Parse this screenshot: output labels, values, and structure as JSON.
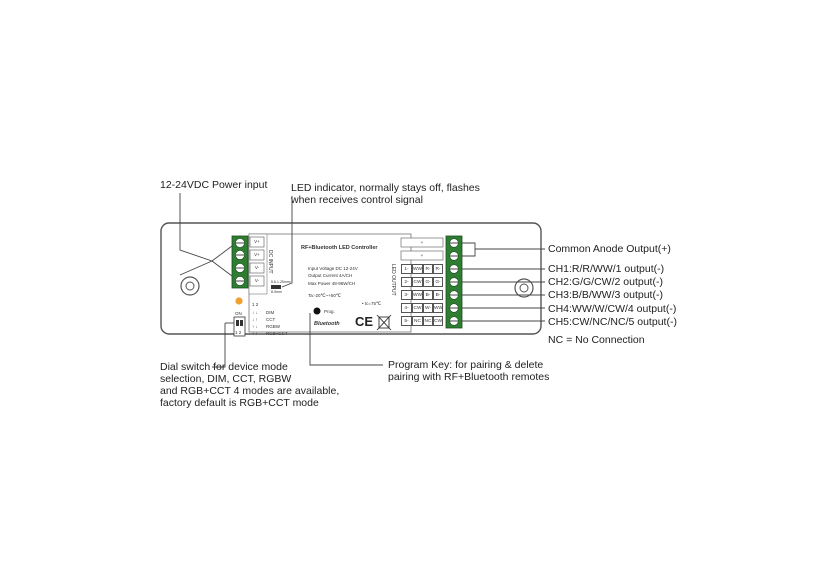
{
  "callouts": {
    "power_input": "12-24VDC Power input",
    "led_indicator": [
      "LED indicator, normally stays off, flashes",
      "when receives control signal"
    ],
    "common_anode": "Common Anode Output(+)",
    "ch1": "CH1:R/R/WW/1 output(-)",
    "ch2": "CH2:G/G/CW/2 output(-)",
    "ch3": "CH3:B/B/WW/3 output(-)",
    "ch4": "CH4:WW/W/CW/4 output(-)",
    "ch5": "CH5:CW/NC/NC/5 output(-)",
    "nc_note": "NC = No Connection",
    "program_key": [
      "Program Key: for pairing & delete",
      "pairing with RF+Bluetooth remotes"
    ],
    "dial_switch": [
      "Dial switch for device mode",
      "selection, DIM, CCT, RGBW",
      "and RGB+CCT 4 modes are available,",
      "factory default is RGB+CCT mode"
    ]
  },
  "device": {
    "title": "RF+Bluetooth LED Controller",
    "input_terminals": [
      "V+",
      "V+",
      "V-",
      "V-"
    ],
    "dc_input_label": "DC INPUT",
    "specs": [
      "Input Voltage DC 12-24V",
      "Output Current 4A/CH",
      "Max Power 48-96W/CH",
      "Ta:-20℃~+50℃"
    ],
    "tc_label": "• tc=75℃",
    "led_output_label": "LED OUTPUT",
    "output_plus": [
      "+",
      "+"
    ],
    "output_rows": [
      [
        "1-",
        "WW",
        "R-",
        "R-"
      ],
      [
        "2-",
        "CW",
        "G-",
        "G-"
      ],
      [
        "3-",
        "WW",
        "B-",
        "B-"
      ],
      [
        "4-",
        "CW",
        "W-",
        "WW"
      ],
      [
        "5-",
        "NC",
        "NC",
        "CW"
      ]
    ],
    "prog_label": "Prog.",
    "bluetooth_label": "Bluetooth",
    "ce_label": "CE",
    "dip_on_label": "ON",
    "dip_numbers": "1 2",
    "dip_numbers_bottom": "1 2",
    "modes": [
      "DIM",
      "CCT",
      "RGBW",
      "RGB+CCT"
    ],
    "small_label_a": "5.6-1.25mm²",
    "small_label_b": "8-9mm"
  },
  "colors": {
    "terminal_green": "#2e7d32",
    "outline": "#555555",
    "led_orange": "#f0a030"
  }
}
